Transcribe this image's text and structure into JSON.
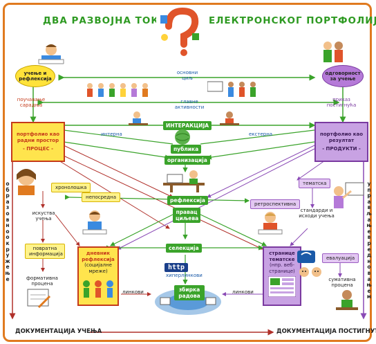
{
  "title_left": "ДВА РАЗВОЈНА ТОКА",
  "title_right": "ЕЛЕКТРОНСКОГ ПОРТФОЛИЈА",
  "ellipses": {
    "left": "учење и рефлексија",
    "right": "одговорност за учење"
  },
  "center_labels": {
    "main_goal": "основни циљ",
    "main_activities": "главне активности",
    "interaction": "ИНТЕРАКЦИЈА",
    "public": "публика",
    "organization": "организација",
    "reflection": "рефлексија",
    "direction_goals": "правац циљева",
    "selection": "селекција",
    "hyperlinks": "хиперлинкови",
    "collection_works": "збирка радова"
  },
  "side_labels": {
    "teaching_cooperation": "поучавање сарадња",
    "presentation_achievements": "приказ постигнућа",
    "internal": "интерна",
    "external": "екстерна",
    "experiences": "искуства учења",
    "formative": "формативна процена",
    "standards": "стандарди и исходи учења",
    "summative": "сумативна процена",
    "links_left": "линкови",
    "links_right": "линкови"
  },
  "boxes": {
    "left_title": "портфолио као радни простор",
    "left_sub": "- ПРОЦЕС -",
    "right_title": "портфолио као резултат",
    "right_sub": "- ПРОДУКТИ -",
    "diary_title": "дневник рефлексија",
    "diary_sub": "(социјалне мреже)",
    "pages_title": "странице тематске",
    "pages_sub": "(нпр. веб-странице)"
  },
  "pills": {
    "chronological": "хронолошка",
    "thematic": "тематска",
    "immediate": "непосредна",
    "retrospective": "ретроспективна",
    "feedback": "повратна информација",
    "evaluation": "евалуација"
  },
  "http_badge": "http",
  "vertical_left": "образовно окружење",
  "vertical_right": "управљање вредновањем",
  "bottom_left": "ДОКУМЕНТАЦИЈА УЧЕЊА",
  "bottom_right": "ДОКУМЕНТАЦИЈА ПОСТИГНУЋА",
  "colors": {
    "frame": "#e07a1f",
    "green": "#3aa32a",
    "red": "#c53a1a",
    "purple": "#7a3aa0",
    "yellow": "#ffe44d"
  }
}
